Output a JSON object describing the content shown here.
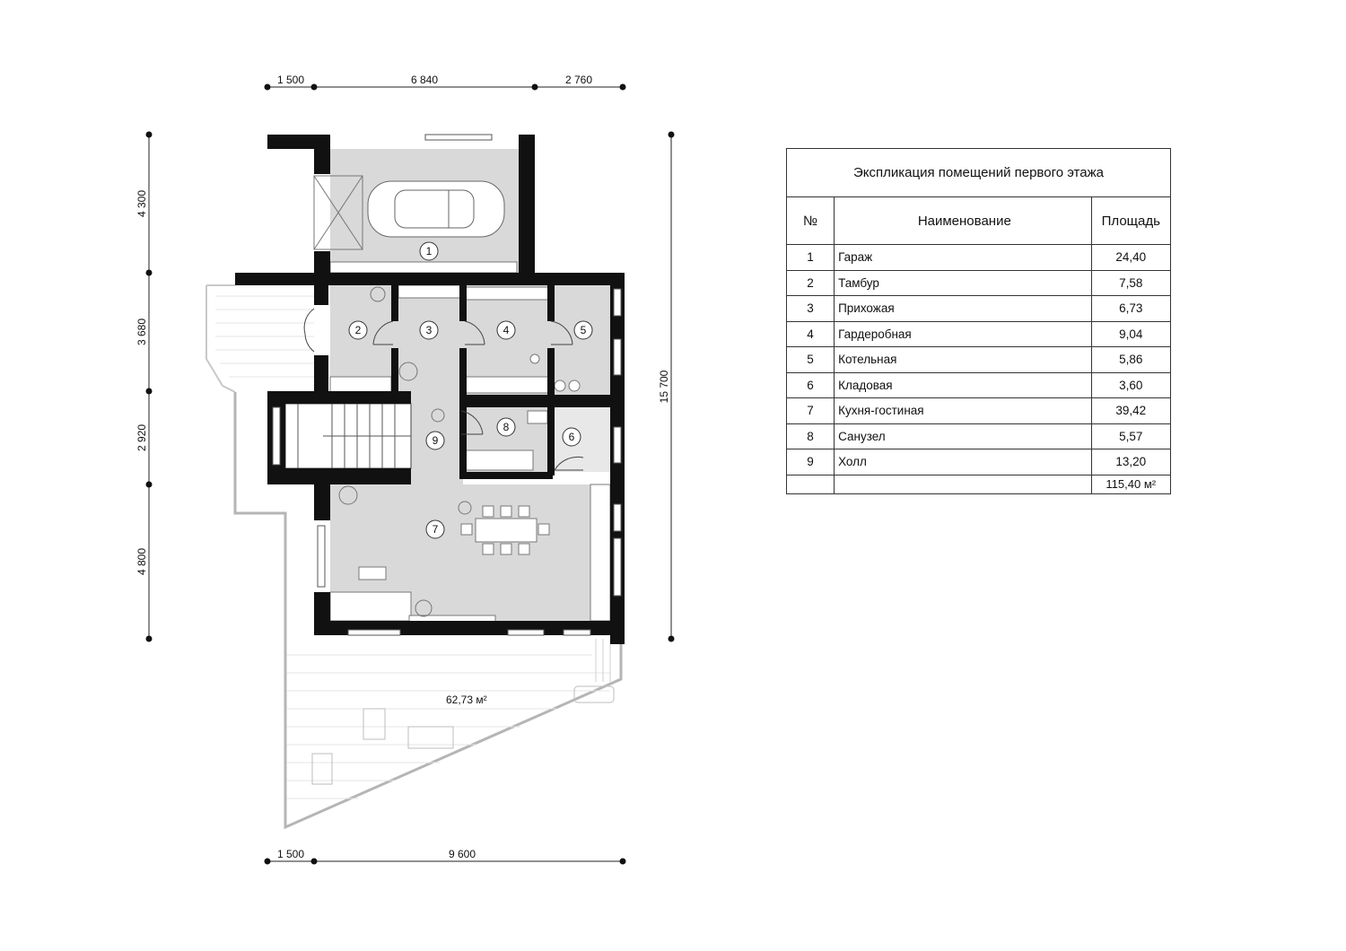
{
  "dimensions": {
    "top": [
      "1 500",
      "6 840",
      "2 760"
    ],
    "bottom": [
      "1 500",
      "9 600"
    ],
    "left": [
      "4 300",
      "3 680",
      "2 920",
      "4 800"
    ],
    "right_total": "15 700"
  },
  "rooms": [
    "1",
    "2",
    "3",
    "4",
    "5",
    "6",
    "7",
    "8",
    "9"
  ],
  "terrace_area": "62,73 м²",
  "explication": {
    "title": "Экспликация помещений первого этажа",
    "headers": {
      "no": "№",
      "name": "Наименование",
      "area": "Площадь"
    },
    "rows": [
      {
        "no": "1",
        "name": "Гараж",
        "area": "24,40"
      },
      {
        "no": "2",
        "name": "Тамбур",
        "area": "7,58"
      },
      {
        "no": "3",
        "name": "Прихожая",
        "area": "6,73"
      },
      {
        "no": "4",
        "name": "Гардеробная",
        "area": "9,04"
      },
      {
        "no": "5",
        "name": "Котельная",
        "area": "5,86"
      },
      {
        "no": "6",
        "name": "Кладовая",
        "area": "3,60"
      },
      {
        "no": "7",
        "name": "Кухня-гостиная",
        "area": "39,42"
      },
      {
        "no": "8",
        "name": "Санузел",
        "area": "5,57"
      },
      {
        "no": "9",
        "name": "Холл",
        "area": "13,20"
      }
    ],
    "total": "115,40 м²"
  },
  "colors": {
    "wall": "#111111",
    "floor": "#d9d9d9",
    "terrace_outline": "#b5b5b5"
  }
}
